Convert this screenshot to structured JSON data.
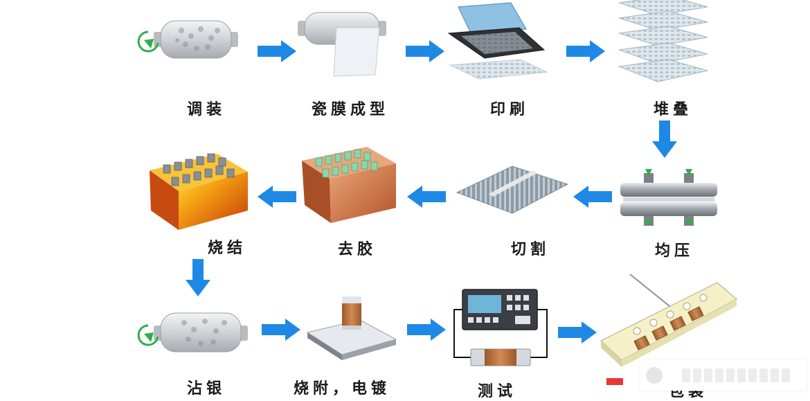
{
  "steps": [
    {
      "id": "tiaozhuang",
      "label": "调装"
    },
    {
      "id": "cimo",
      "label": "瓷膜成型"
    },
    {
      "id": "yinshua",
      "label": "印刷"
    },
    {
      "id": "duidie",
      "label": "堆叠"
    },
    {
      "id": "junya",
      "label": "均压"
    },
    {
      "id": "qiege",
      "label": "切割"
    },
    {
      "id": "qujiao",
      "label": "去胶"
    },
    {
      "id": "shaojie",
      "label": "烧结"
    },
    {
      "id": "zhanyin",
      "label": "沾银"
    },
    {
      "id": "shaofu",
      "label": "烧附，电镀"
    },
    {
      "id": "ceshi",
      "label": "测试"
    },
    {
      "id": "baozhuang",
      "label": "包装"
    }
  ],
  "colors": {
    "arrow": "#1e88e5",
    "text": "#1a1a1a",
    "metal": "#c9ccd1"
  }
}
